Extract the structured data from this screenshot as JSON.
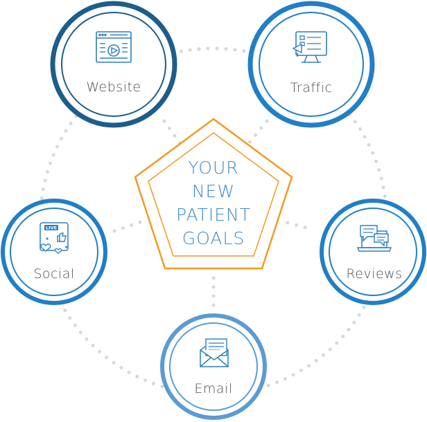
{
  "diagram": {
    "center": {
      "lines": [
        "YOUR",
        "NEW",
        "PATIENT",
        "GOALS"
      ],
      "color": "#f39a1e",
      "text_color": "#3c8ac7"
    },
    "nodes": [
      {
        "id": "website",
        "label": "Website",
        "icon": "video-browser-icon",
        "color": "#1d5d8a"
      },
      {
        "id": "traffic",
        "label": "Traffic",
        "icon": "presentation-screen-icon",
        "color": "#1f7fc7"
      },
      {
        "id": "social",
        "label": "Social",
        "icon": "live-social-icon",
        "color": "#1f7fc7"
      },
      {
        "id": "reviews",
        "label": "Reviews",
        "icon": "laptop-chat-icon",
        "color": "#1f7fc7"
      },
      {
        "id": "email",
        "label": "Email",
        "icon": "envelope-message-icon",
        "color": "#5a9bd4"
      }
    ],
    "icon_color": "#2a7fbd",
    "dot_color": "#d8d8d8"
  }
}
